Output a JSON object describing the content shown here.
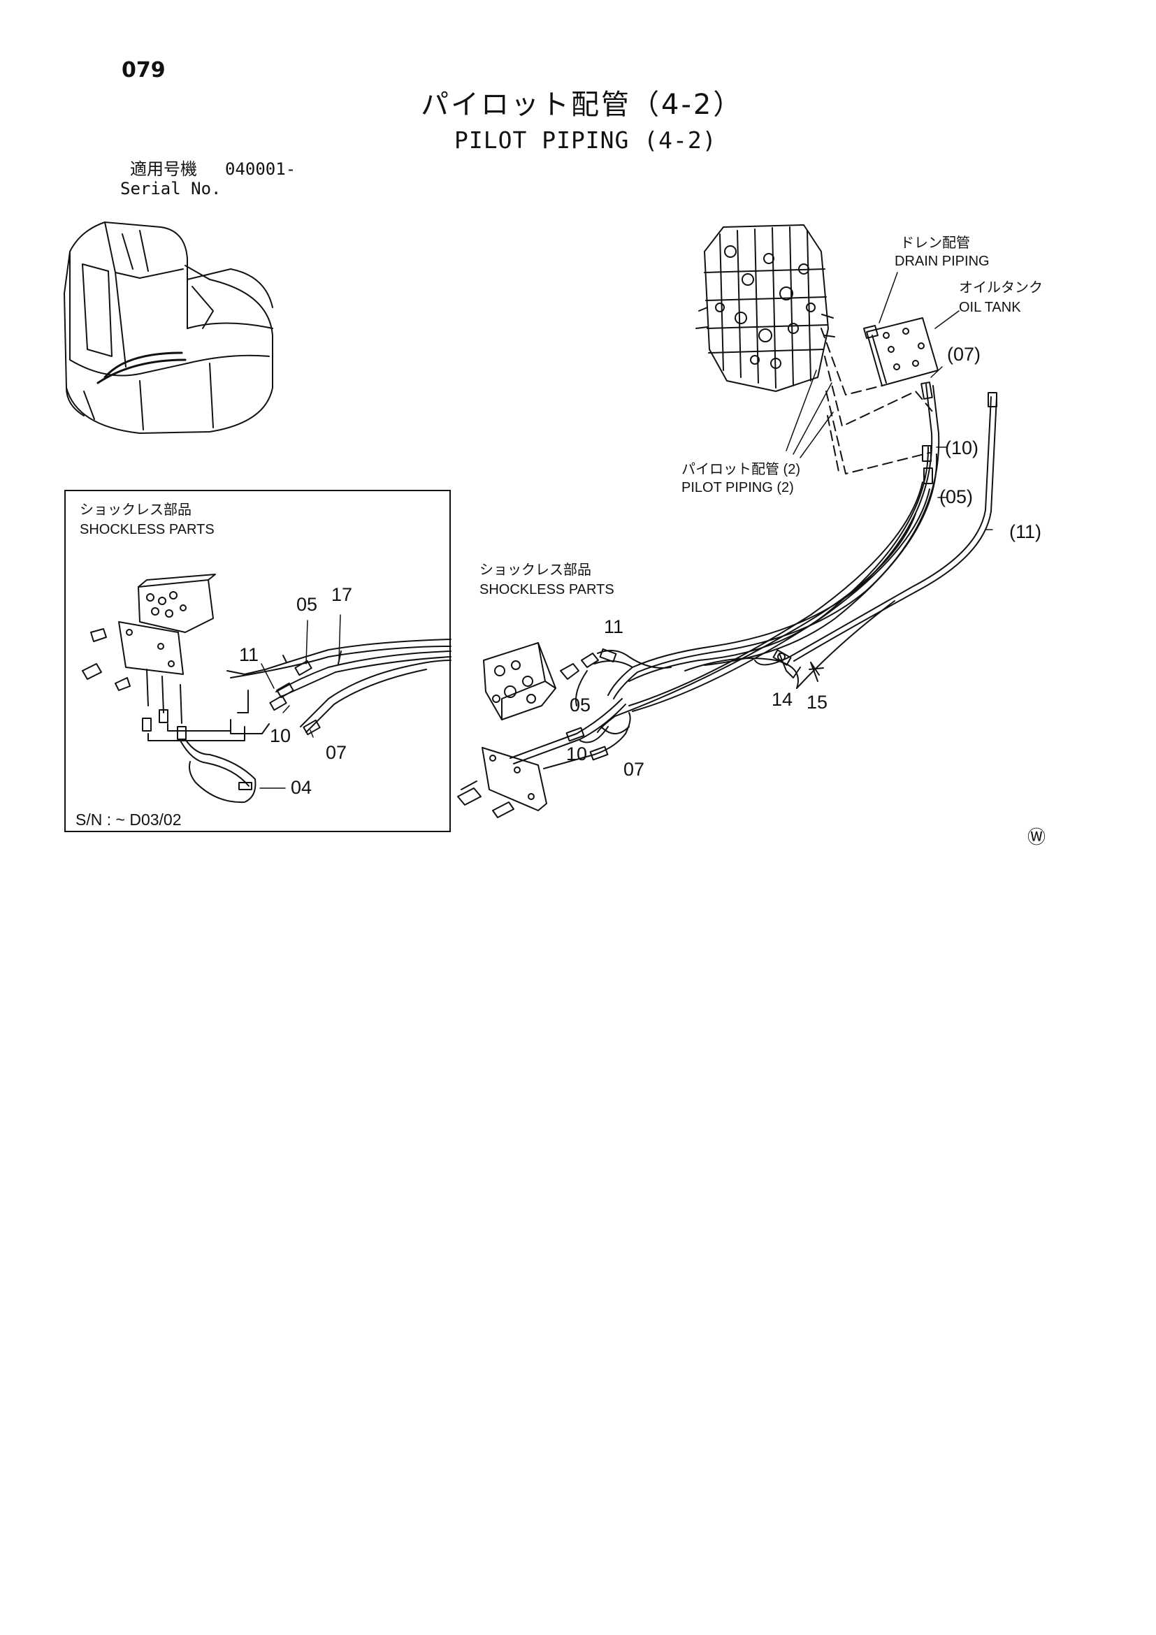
{
  "page": {
    "number": "079",
    "title_jp": "パイロット配管（4-2）",
    "title_en": "PILOT PIPING (4-2)",
    "serial_label_jp": "適用号機",
    "serial_value": "040001-",
    "serial_label_en": "Serial No."
  },
  "callouts": {
    "drain_jp": "ドレン配管",
    "drain_en": "DRAIN PIPING",
    "oil_jp": "オイルタンク",
    "oil_en": "OIL TANK",
    "pilot_jp": "パイロット配管 (2)",
    "pilot_en": "PILOT PIPING (2)",
    "shockless_jp": "ショックレス部品",
    "shockless_en": "SHOCKLESS PARTS",
    "p07": "(07)",
    "p10": "(10)",
    "p05": "(05)",
    "p11": "(11)"
  },
  "inset": {
    "header_jp": "ショックレス部品",
    "header_en": "SHOCKLESS PARTS",
    "serial_note": "S/N :   ~ D03/02",
    "n05": "05",
    "n17": "17",
    "n11": "11",
    "n10": "10",
    "n07": "07",
    "n04": "04"
  },
  "main_numbers": {
    "n11": "11",
    "n05": "05",
    "n10": "10",
    "n07": "07",
    "n14": "14",
    "n15": "15"
  },
  "symbol": "Ⓦ"
}
